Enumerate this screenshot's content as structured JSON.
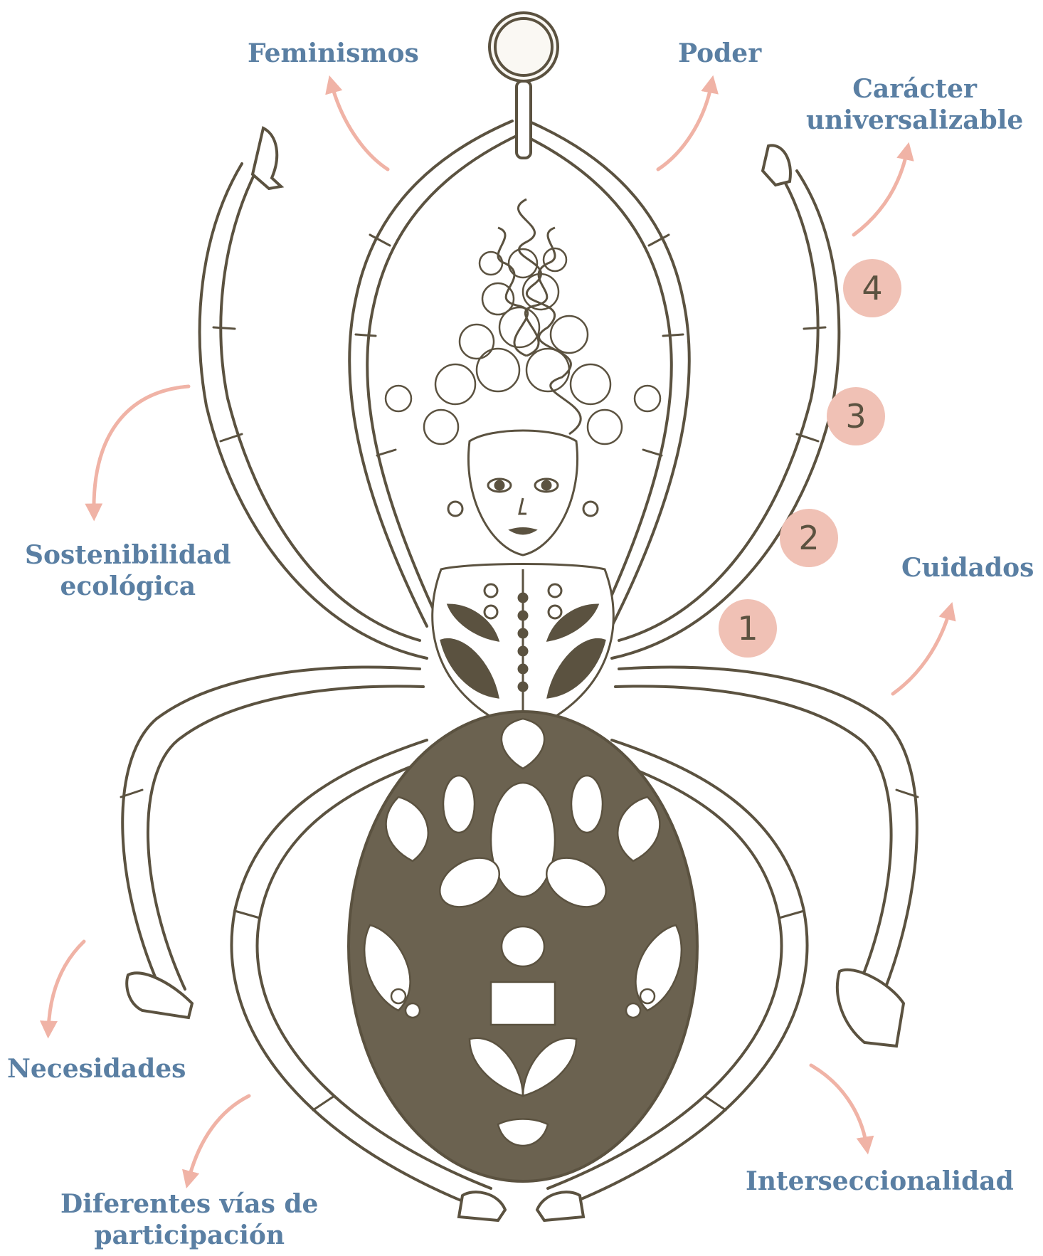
{
  "labels": {
    "feminismos": "Feminismos",
    "poder": "Poder",
    "caracter_line1": "Carácter",
    "caracter_line2": "universalizable",
    "sostenibilidad_line1": "Sostenibilidad",
    "sostenibilidad_line2": "ecológica",
    "cuidados": "Cuidados",
    "necesidades": "Necesidades",
    "diferentes_line1": "Diferentes vías de",
    "diferentes_line2": "participación",
    "interseccionalidad": "Interseccionalidad"
  },
  "badges": [
    "1",
    "2",
    "3",
    "4"
  ],
  "colors": {
    "label_text": "#5a7fa3",
    "arrow": "#f0b3a6",
    "badge_fill": "#f0c1b5",
    "ink": "#5b5240"
  },
  "illustration": {
    "icons": [
      "spider-woman-illustration",
      "magnifying-glass-icon",
      "high-heel-icon",
      "sneaker-icon",
      "cactus-pattern"
    ]
  }
}
